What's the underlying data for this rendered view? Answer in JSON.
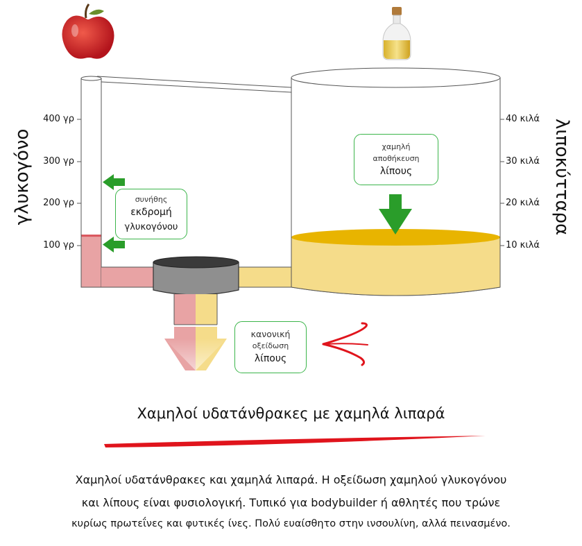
{
  "labels": {
    "left_axis": "γλυκογόνο",
    "right_axis": "λιποκύτταρα"
  },
  "left_ticks": [
    "400 γρ",
    "300 γρ",
    "200 γρ",
    "100 γρ"
  ],
  "right_ticks": [
    "40 κιλά",
    "30 κιλά",
    "20 κιλά",
    "10 κιλά"
  ],
  "glycogen_level_grams": 120,
  "fat_level_kg": 10,
  "boxes": {
    "glycogen_excursion": {
      "line1": "συνήθης",
      "line2": "εκδρομή",
      "line3": "γλυκογόνου"
    },
    "fat_storage": {
      "line1": "χαμηλή",
      "line2": "αποθήκευση",
      "line3": "λίπους"
    },
    "fat_oxidation": {
      "line1": "κανονική",
      "line2": "οξείδωση",
      "line3": "λίπους"
    }
  },
  "title": "Χαμηλοί υδατάνθρακες με χαμηλά λιπαρά",
  "description": {
    "line1": "Χαμηλοί υδατάνθρακες και χαμηλά λιπαρά. Η οξείδωση χαμηλού γλυκογόνου",
    "line2": "και λίπους είναι φυσιολογική. Τυπικό για bodybuilder ή αθλητές που τρώνε",
    "line3": "κυρίως πρωτεΐνες και φυτικές ίνες. Πολύ ευαίσθητο στην ινσουλίνη, αλλά πεινασμένο."
  },
  "colors": {
    "glycogen": "#e8a3a4",
    "glycogen_fill_top": "#d9535a",
    "fat": "#f5dc8a",
    "fat_top": "#e8b400",
    "arrow_green": "#2a9d2a",
    "arrow_red": "#e0141c"
  }
}
